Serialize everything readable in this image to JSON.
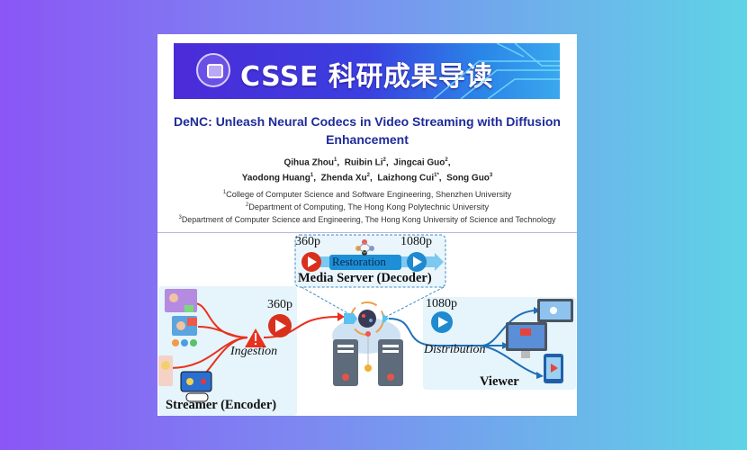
{
  "banner": {
    "text": "CSSE 科研成果导读"
  },
  "paper": {
    "title": "DeNC: Unleash Neural Codecs in Video Streaming with Diffusion Enhancement",
    "authors_line1": [
      {
        "name": "Qihua Zhou",
        "sup": "1"
      },
      {
        "name": "Ruibin Li",
        "sup": "2"
      },
      {
        "name": "Jingcai Guo",
        "sup": "2"
      }
    ],
    "authors_line2": [
      {
        "name": "Yaodong Huang",
        "sup": "1"
      },
      {
        "name": "Zhenda Xu",
        "sup": "2"
      },
      {
        "name": "Laizhong Cui",
        "sup": "1*"
      },
      {
        "name": "Song Guo",
        "sup": "3"
      }
    ],
    "affiliations": [
      {
        "sup": "1",
        "text": "College of Computer Science and Software Engineering, Shenzhen University"
      },
      {
        "sup": "2",
        "text": "Department of Computing, The Hong Kong Polytechnic University"
      },
      {
        "sup": "3",
        "text": "Department of Computer Science and Engineering, The Hong Kong University of Science and Technology"
      }
    ]
  },
  "diagram": {
    "server_input_res": "360p",
    "restoration": "Restoration",
    "server_output_res": "1080p",
    "media_server": "Media Server (Decoder)",
    "ingest_res": "360p",
    "ingestion": "Ingestion",
    "streamer": "Streamer (Encoder)",
    "distribute_res": "1080p",
    "distribution": "Distribution",
    "viewer": "Viewer",
    "colors": {
      "ingest": "#e8321e",
      "distribute": "#1f6fb8",
      "panel": "#e6f4fb"
    }
  }
}
